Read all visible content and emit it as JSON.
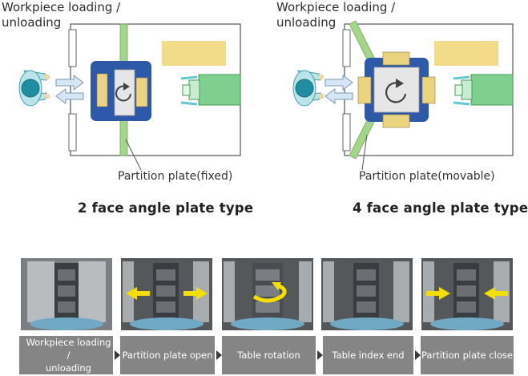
{
  "left_diagram": {
    "loading_label_line1": "Workpiece loading /",
    "loading_label_line2": "unloading",
    "partition_label": "Partition plate(fixed)",
    "title": "2 face angle plate type"
  },
  "right_diagram": {
    "loading_label_line1": "Workpiece loading /",
    "loading_label_line2": "unloading",
    "partition_label": "Partition plate(movable)",
    "title": "4 face angle plate type"
  },
  "steps": [
    {
      "label_line1": "Workpiece loading /",
      "label_line2": "unloading"
    },
    {
      "label": "Partition plate open"
    },
    {
      "label": "Table rotation"
    },
    {
      "label": "Table index end"
    },
    {
      "label": "Partition plate close"
    }
  ],
  "colors": {
    "table_blue": "#2e58a8",
    "angle_plate": "#ebd37f",
    "partition_green": "#a4d68a",
    "spindle_green": "#7fcf8e",
    "operator_teal": "#4fa8b8",
    "arrow_blue": "#d6e6f5",
    "motion_arrow_yellow": "#f5df00",
    "step_box_gray": "#858585"
  }
}
